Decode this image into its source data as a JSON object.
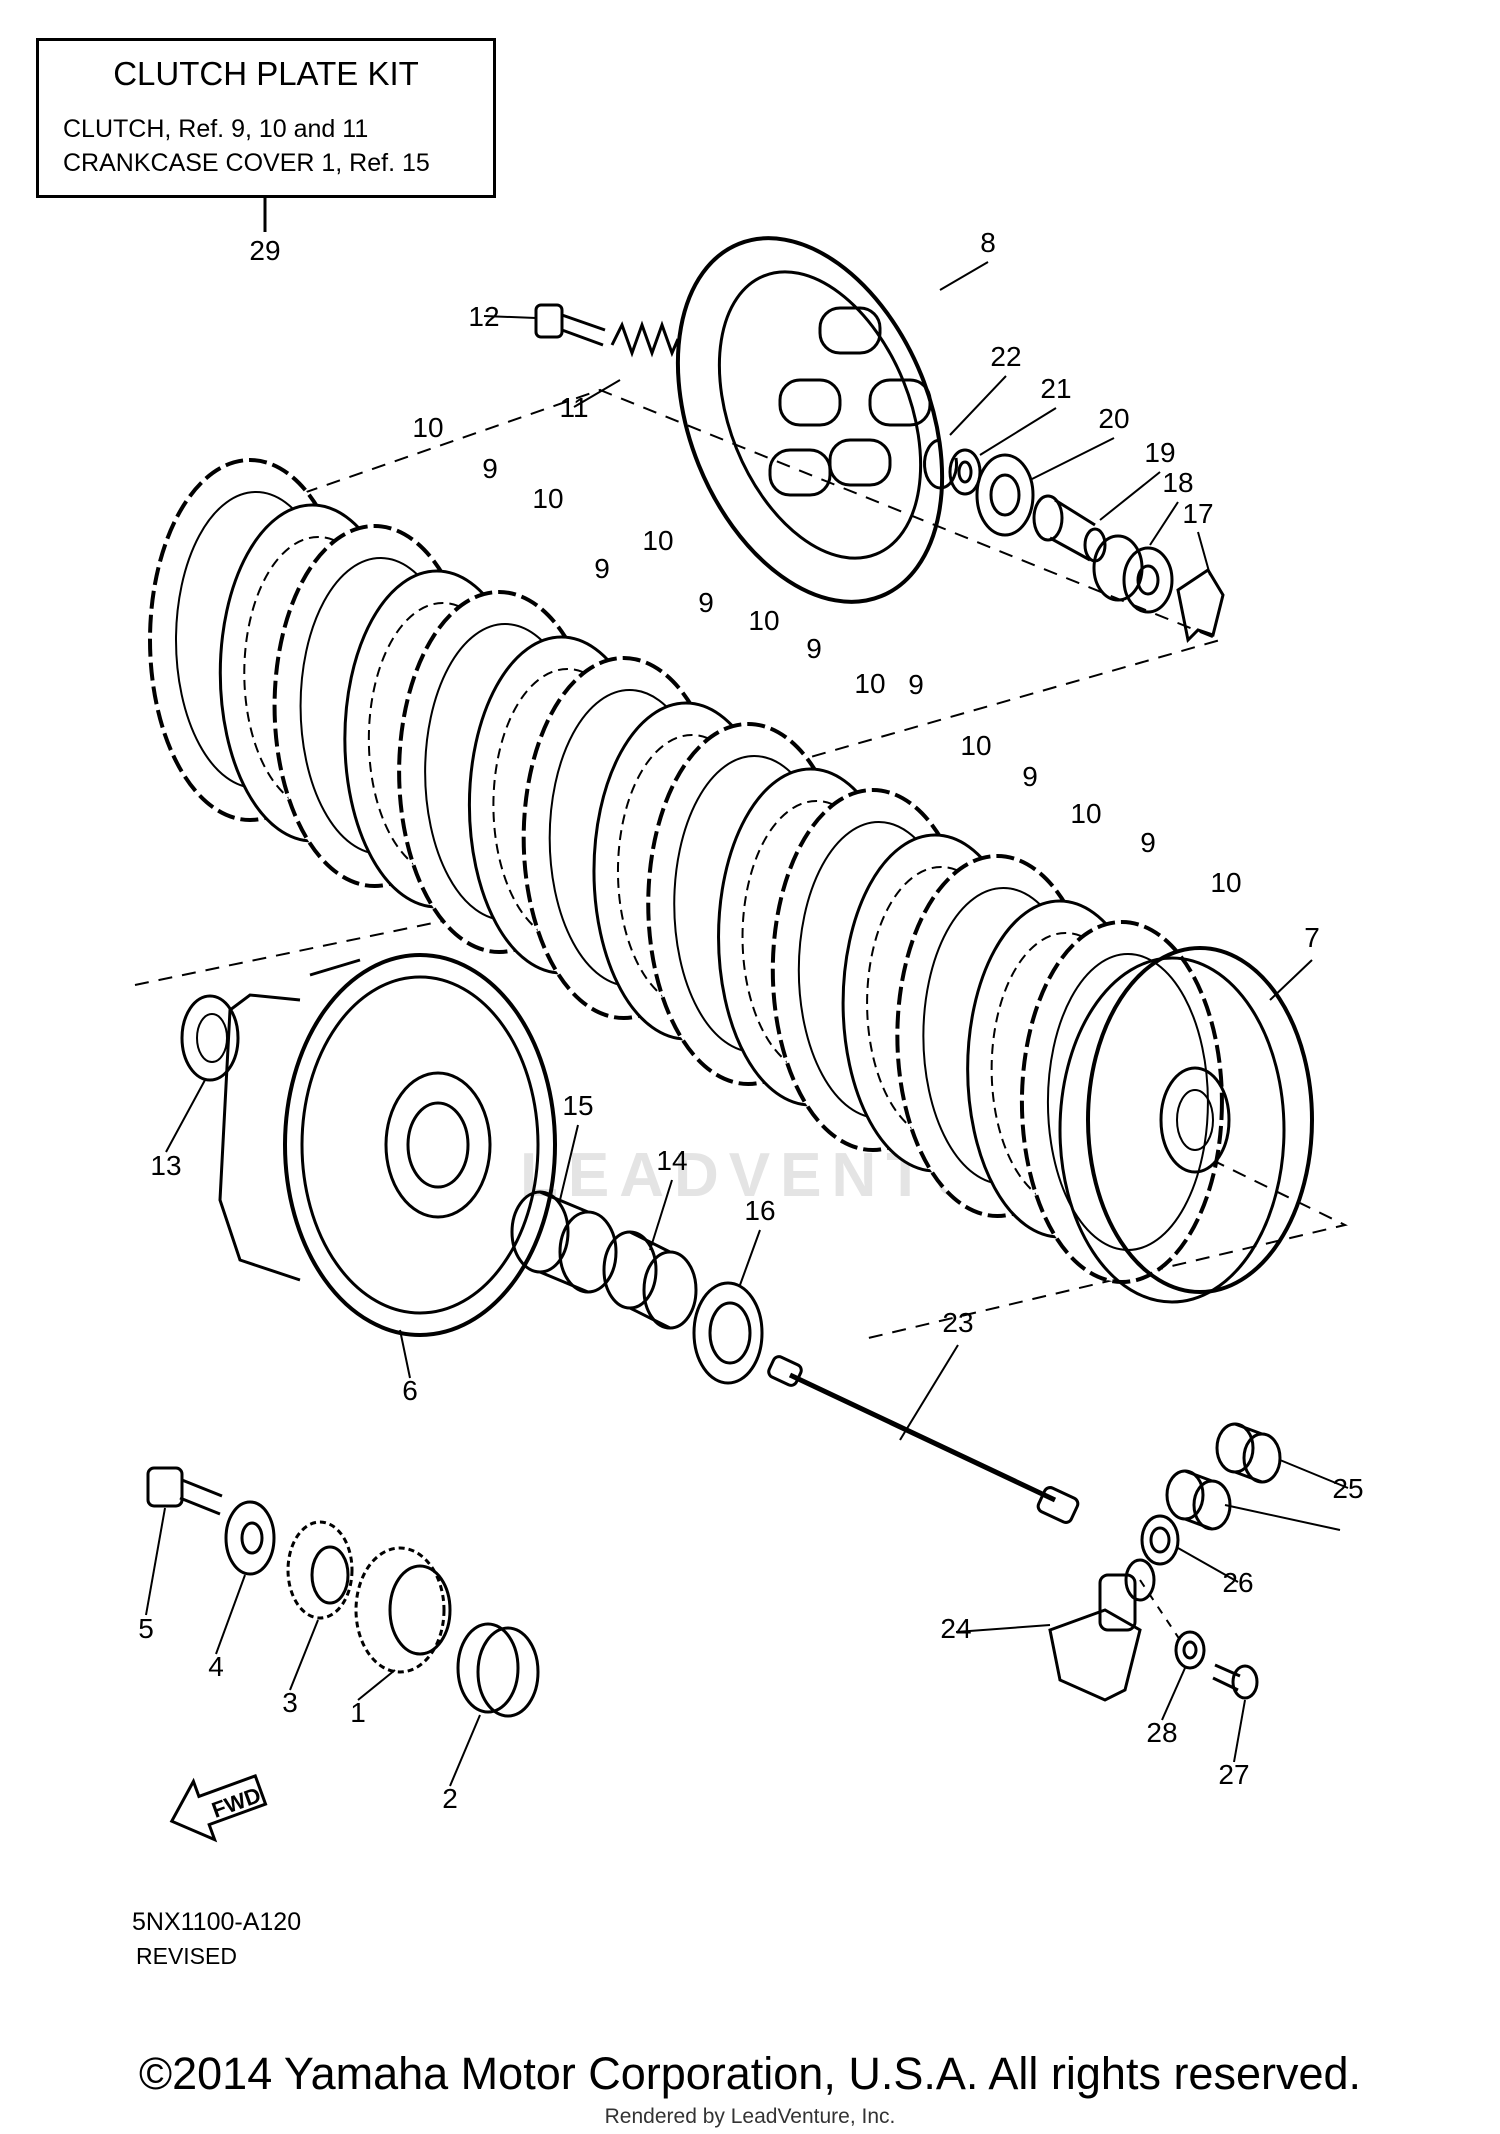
{
  "kit_box": {
    "title": "CLUTCH PLATE KIT",
    "line1": "CLUTCH, Ref. 9, 10 and 11",
    "line2": "CRANKCASE COVER 1, Ref. 15"
  },
  "callouts": [
    "1",
    "2",
    "3",
    "4",
    "5",
    "6",
    "7",
    "8",
    "9",
    "10",
    "11",
    "12",
    "13",
    "14",
    "15",
    "16",
    "17",
    "18",
    "19",
    "20",
    "21",
    "22",
    "23",
    "24",
    "25",
    "26",
    "27",
    "28",
    "29"
  ],
  "fwd_label": "FWD",
  "diagram_code": "5NX1100-A120",
  "revision": "REVISED",
  "copyright": "©2014 Yamaha Motor Corporation, U.S.A. All rights reserved.",
  "rendered_by": "Rendered by LeadVenture, Inc.",
  "watermark": "LEADVENTURE"
}
